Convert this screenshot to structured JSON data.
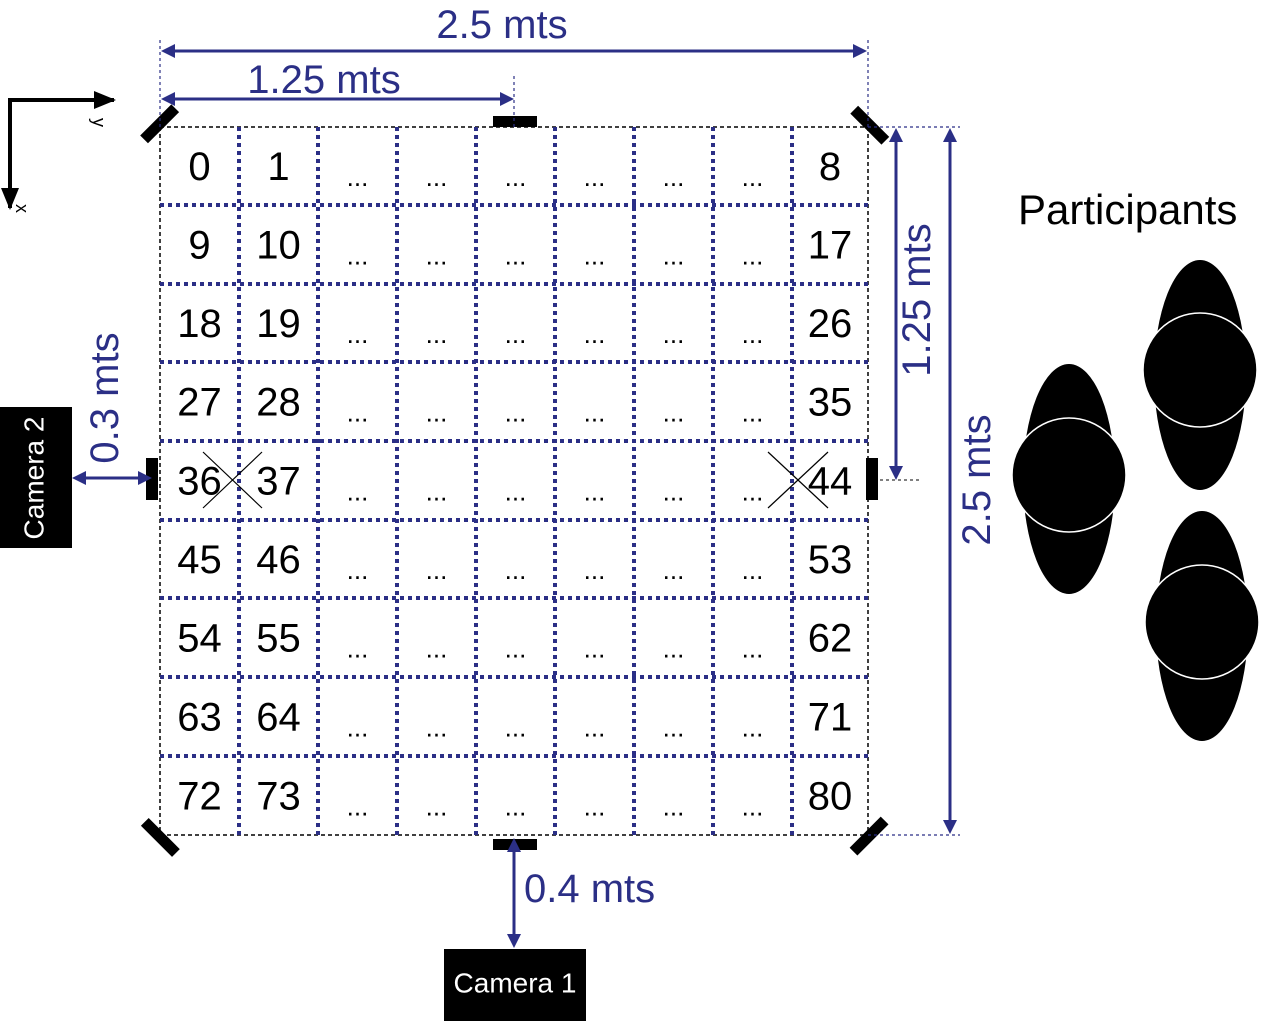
{
  "grid": {
    "rows": 9,
    "cols": 9,
    "cells": [
      [
        "0",
        "1",
        "...",
        "...",
        "...",
        "...",
        "...",
        "...",
        "8"
      ],
      [
        "9",
        "10",
        "...",
        "...",
        "...",
        "...",
        "...",
        "...",
        "17"
      ],
      [
        "18",
        "19",
        "...",
        "...",
        "...",
        "...",
        "...",
        "...",
        "26"
      ],
      [
        "27",
        "28",
        "...",
        "...",
        "...",
        "...",
        "...",
        "...",
        "35"
      ],
      [
        "36",
        "37",
        "...",
        "...",
        "...",
        "...",
        "...",
        "...",
        "44"
      ],
      [
        "45",
        "46",
        "...",
        "...",
        "...",
        "...",
        "...",
        "...",
        "53"
      ],
      [
        "54",
        "55",
        "...",
        "...",
        "...",
        "...",
        "...",
        "...",
        "62"
      ],
      [
        "63",
        "64",
        "...",
        "...",
        "...",
        "...",
        "...",
        "...",
        "71"
      ],
      [
        "72",
        "73",
        "...",
        "...",
        "...",
        "...",
        "...",
        "...",
        "80"
      ]
    ]
  },
  "dimensions": {
    "total_width": "2.5 mts",
    "half_width": "1.25 mts",
    "half_height": "1.25 mts",
    "total_height": "2.5 mts",
    "camera2_offset": "0.3 mts",
    "camera1_offset": "0.4 mts"
  },
  "axes": {
    "x": "x",
    "y": "y"
  },
  "cameras": {
    "camera1": "Camera 1",
    "camera2": "Camera 2"
  },
  "participants": {
    "title": "Participants",
    "count": 3
  },
  "colors": {
    "dimension": "#2b2f86",
    "grid_line": "#2b2f86",
    "ink": "#000000"
  }
}
